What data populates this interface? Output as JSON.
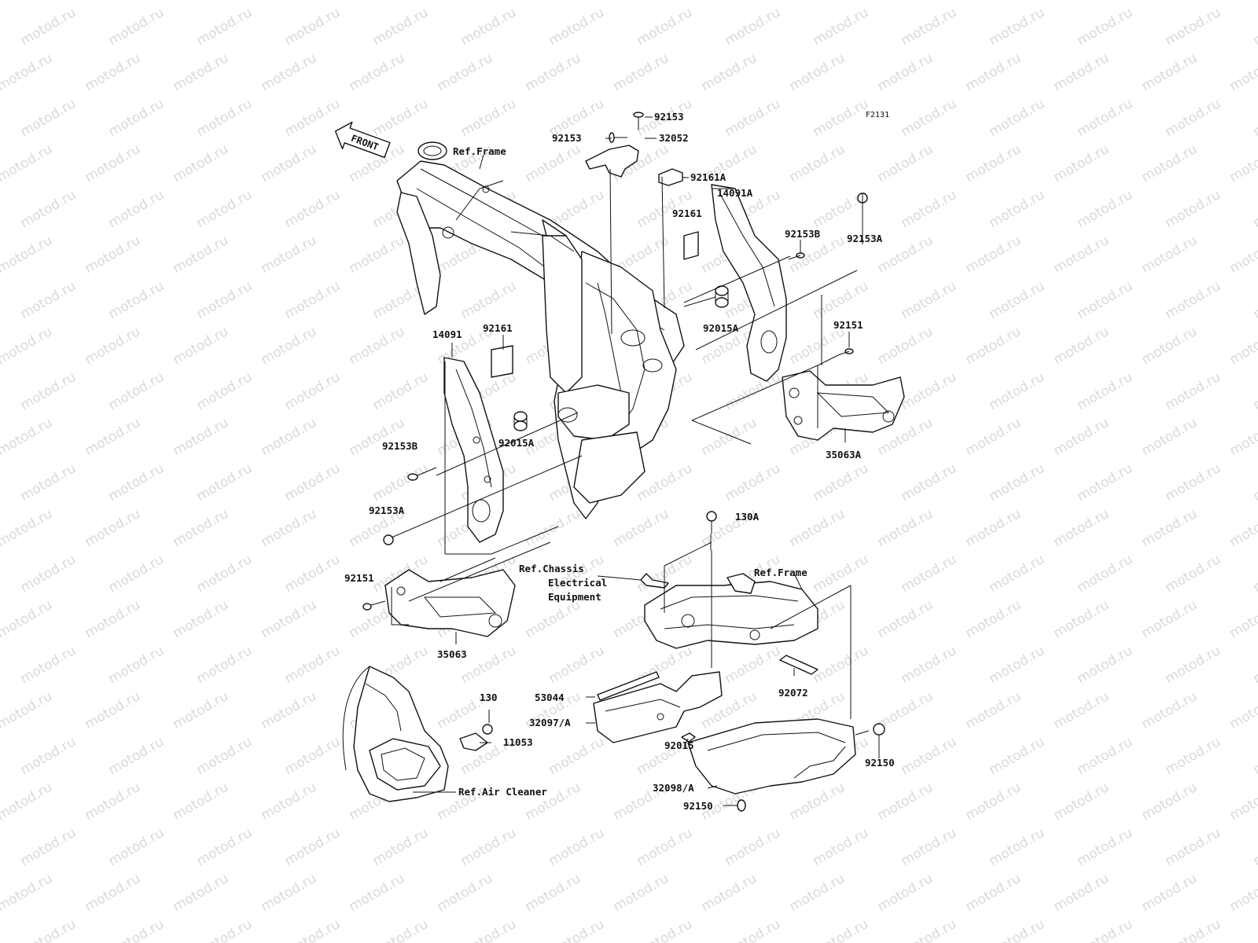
{
  "diagram": {
    "code": "F2131",
    "front_label": "FRONT",
    "watermark_text": "motod.ru",
    "colors": {
      "line": "#111111",
      "watermark": "#d9d9d9",
      "background": "#ffffff"
    },
    "labels": {
      "ref_frame_top": "Ref.Frame",
      "p92153_top": "92153",
      "p92153_left": "92153",
      "p32052": "32052",
      "p92161A": "92161A",
      "p14091A": "14091A",
      "p92161_right": "92161",
      "p92153B_right": "92153B",
      "p92153A_right": "92153A",
      "p92015A_right": "92015A",
      "p92151_right": "92151",
      "p35063A": "35063A",
      "p14091": "14091",
      "p92161_left": "92161",
      "p92015A_left": "92015A",
      "p92153B_left": "92153B",
      "p92153A_left": "92153A",
      "p130A": "130A",
      "ref_chassis_1": "Ref.Chassis",
      "ref_chassis_2": "Electrical",
      "ref_chassis_3": "Equipment",
      "ref_frame_bottom": "Ref.Frame",
      "p92151_left": "92151",
      "p35063": "35063",
      "p92072": "92072",
      "p53044": "53044",
      "p130": "130",
      "p32097A": "32097/A",
      "p11053": "11053",
      "p92015": "92015",
      "p92150_right": "92150",
      "p32098A": "32098/A",
      "p92150_bottom": "92150",
      "ref_air_cleaner": "Ref.Air Cleaner"
    }
  }
}
